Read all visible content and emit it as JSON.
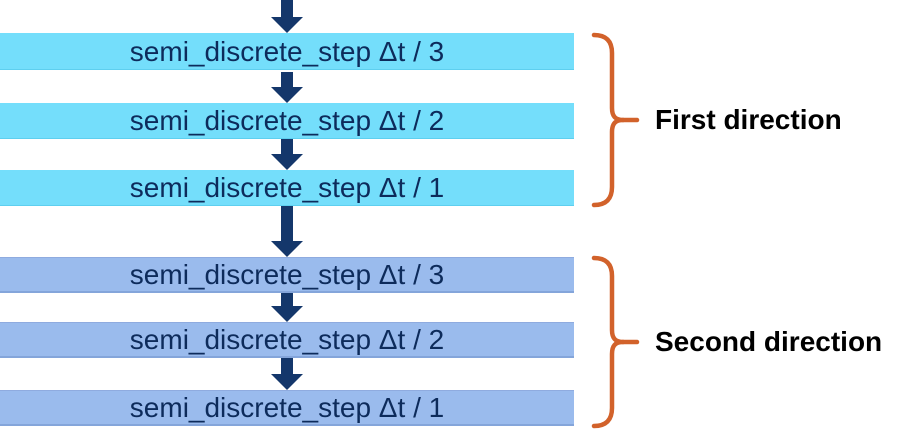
{
  "diagram": {
    "groups": [
      {
        "label": "First direction",
        "box_color": "#74defb",
        "steps": [
          "semi_discrete_step Δt / 3",
          "semi_discrete_step Δt / 2",
          "semi_discrete_step Δt / 1"
        ]
      },
      {
        "label": "Second direction",
        "box_color": "#9abbed",
        "steps": [
          "semi_discrete_step Δt / 3",
          "semi_discrete_step Δt / 2",
          "semi_discrete_step Δt / 1"
        ]
      }
    ],
    "colors": {
      "first_group_box": "#74defb",
      "second_group_box": "#9abbed",
      "arrow": "#14376b",
      "box_text": "#0d2b5b",
      "bracket": "#d2622b",
      "label_text": "#000000",
      "background": "#ffffff"
    },
    "icons": {
      "down-arrow": "▼",
      "right-brace": "}"
    }
  }
}
